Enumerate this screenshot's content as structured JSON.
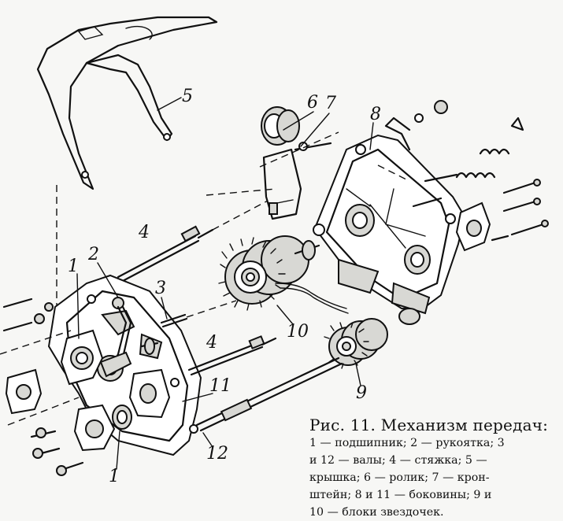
{
  "figure": {
    "caption_title": "Рис. 11. Механизм передач:",
    "caption_lines": [
      "1 — подшипник;  2 — рукоятка;  3",
      "и  12 — валы;  4 — стяжка;  5 —",
      "крышка;  6 — ролик;  7 — крон-",
      "штейн;  8 и  11 — боковины;  9 и",
      "10 — блоки звездочек."
    ],
    "part_labels": {
      "l1a": "1",
      "l1b": "1",
      "l2": "2",
      "l3": "3",
      "l4a": "4",
      "l4b": "4",
      "l5": "5",
      "l6": "6",
      "l7": "7",
      "l8": "8",
      "l9": "9",
      "l10": "10",
      "l11": "11",
      "l12": "12"
    }
  }
}
